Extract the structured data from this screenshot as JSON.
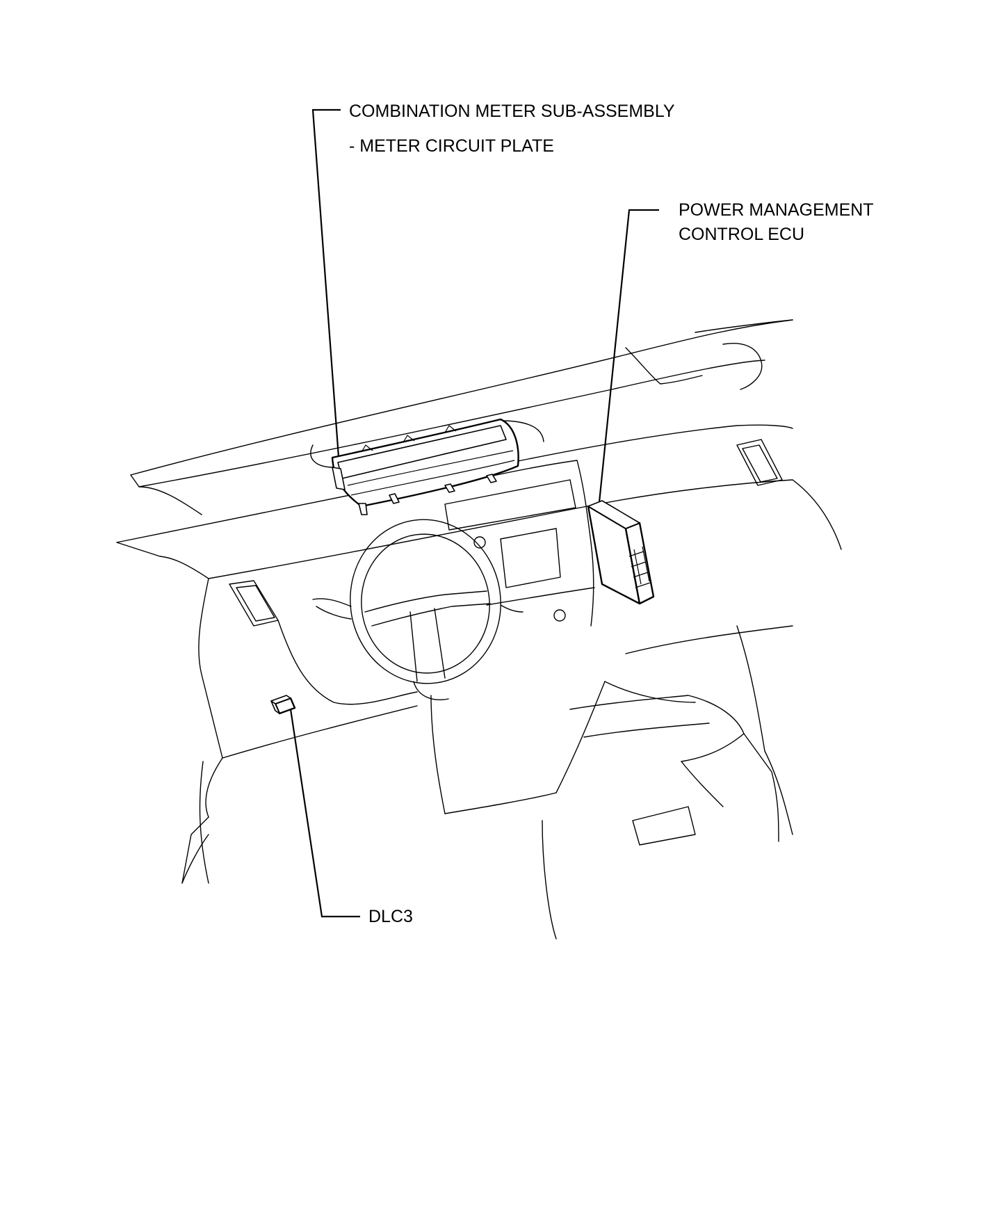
{
  "labels": {
    "combination_meter_line1": "COMBINATION METER SUB-ASSEMBLY",
    "combination_meter_line2": "- METER CIRCUIT PLATE",
    "power_mgmt_line1": "POWER MANAGEMENT",
    "power_mgmt_line2": "CONTROL ECU",
    "dlc3": "DLC3"
  },
  "colors": {
    "ink": "#000000",
    "paper": "#ffffff"
  }
}
